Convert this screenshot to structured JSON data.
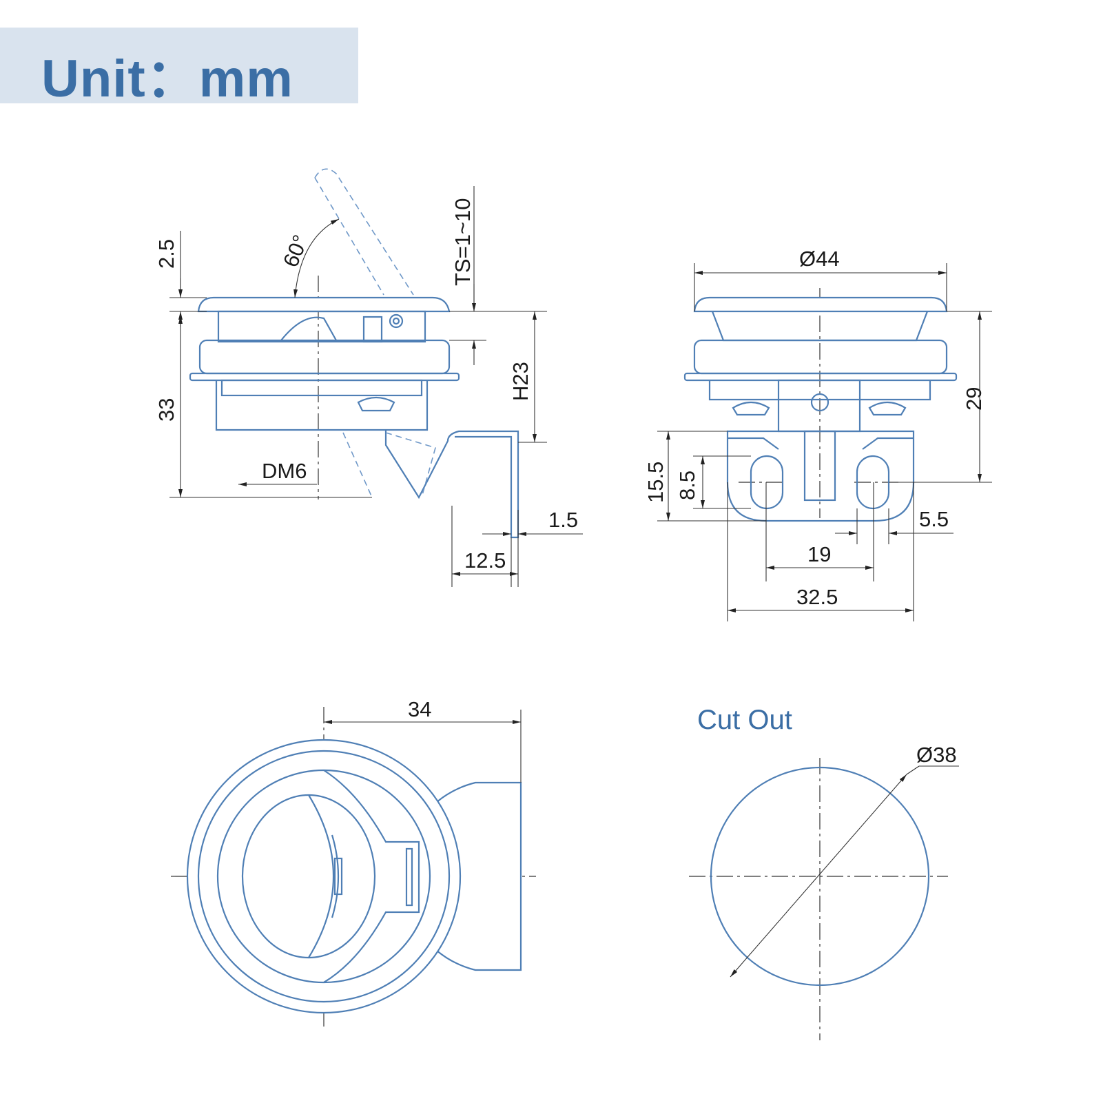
{
  "header": {
    "unit_label": "Unit：mm"
  },
  "side_view": {
    "dim_top_flange": "2.5",
    "dim_angle": "60°",
    "dim_thickness": "TS=1~10",
    "dim_total_height": "33",
    "dim_h": "H23",
    "dim_direction": "DM6",
    "dim_cam_thickness": "1.5",
    "dim_cam_offset": "12.5"
  },
  "front_view": {
    "dim_diameter": "Ø44",
    "dim_height": "29",
    "dim_body_height": "15.5",
    "dim_slot_height": "8.5",
    "dim_slot_spacing": "19",
    "dim_slot_width": "5.5",
    "dim_base_width": "32.5"
  },
  "top_view": {
    "dim_radius_offset": "34"
  },
  "cut_out": {
    "title": "Cut Out",
    "dim_diameter": "Ø38"
  },
  "colors": {
    "line": "#4f7fb5",
    "banner": "#d9e3ee",
    "title": "#3b6ea5"
  }
}
